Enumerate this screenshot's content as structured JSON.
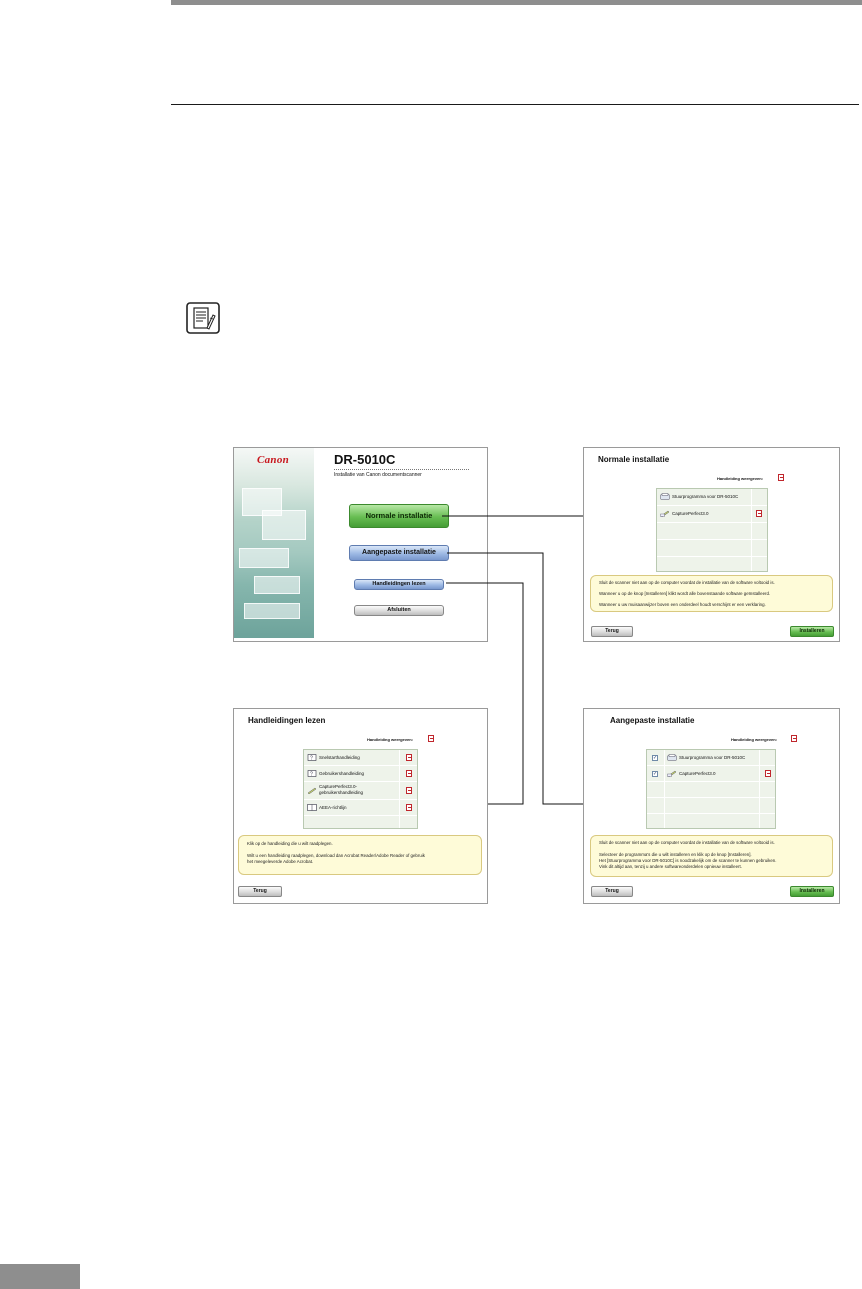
{
  "main_screen": {
    "brand": "Canon",
    "model": "DR-5010C",
    "subtitle": "Installatie van Canon documentscanner",
    "buttons": {
      "normal": "Normale installatie",
      "custom": "Aangepaste installatie",
      "manuals": "Handleidingen lezen",
      "exit": "Afsluiten"
    }
  },
  "normal_install": {
    "title": "Normale installatie",
    "show_manual": "Handleiding weergeven:",
    "items": [
      "Stuurprogramma voor DR-5010C",
      "CapturePerfect3.0"
    ],
    "info": [
      "Sluit de scanner niet aan op de computer voordat de installatie van de software voltooid is.",
      "Wanneer u op de knop [Installeren] klikt wordt alle bovenstaande software geïnstalleerd.",
      "Wanneer u uw muisaanwijzer boven een onderdeel houdt verschijnt er een verklaring."
    ],
    "back": "Terug",
    "install": "Installeren"
  },
  "manuals_screen": {
    "title": "Handleidingen lezen",
    "show_manual": "Handleiding weergeven:",
    "items": [
      "Snelstarthandleiding",
      "Gebruikershandleiding",
      "CapturePerfect3.0-",
      "gebruikershandleiding",
      "AEEA-richtlijn"
    ],
    "info": [
      "Klik op de handleiding die u wilt raadplegen.",
      "Wilt u een handleiding raadplegen, download dan Acrobat Reader/Adobe Reader of gebruik",
      "het meegeleverde Adobe Acrobat."
    ],
    "back": "Terug"
  },
  "custom_install": {
    "title": "Aangepaste installatie",
    "show_manual": "Handleiding weergeven:",
    "items": [
      "Stuurprogramma voor DR-5010C",
      "CapturePerfect3.0"
    ],
    "checkmark": "✓",
    "info": [
      "Sluit de scanner niet aan op de computer voordat de installatie van de software voltooid is.",
      "Selecteer de programma's die u wilt installeren en klik op de knop [Installeren].",
      "Het [Stuurprogramma voor DR-5010C] is noodzakelijk om de scanner te kunnen gebruiken.",
      "Vink dit altijd aan, tenzij u andere softwareonderdelen opnieuw installeert."
    ],
    "back": "Terug",
    "install": "Installeren"
  }
}
